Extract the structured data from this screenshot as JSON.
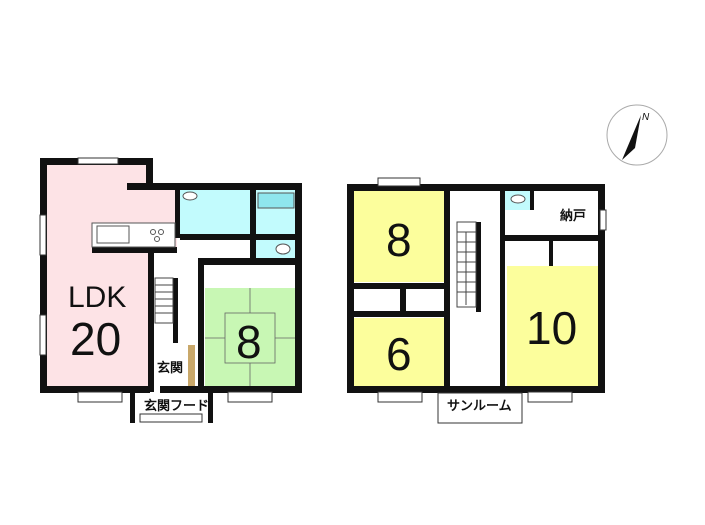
{
  "floor1": {
    "ldk_label": "LDK",
    "ldk_size": "20",
    "japanese_room_size": "8",
    "entrance_label": "玄関",
    "entrance_hood_label": "玄関フード"
  },
  "floor2": {
    "room_north_west_size": "8",
    "room_south_west_size": "6",
    "room_east_size": "10",
    "storage_label": "納戸",
    "sunroom_label": "サンルーム"
  },
  "compass": {
    "label": "N"
  },
  "colors": {
    "ldk": "#fde3e6",
    "wet": "#c2fbfd",
    "japanese": "#c8f7b4",
    "bedroom": "#fcfe9c",
    "wall": "#111111"
  }
}
